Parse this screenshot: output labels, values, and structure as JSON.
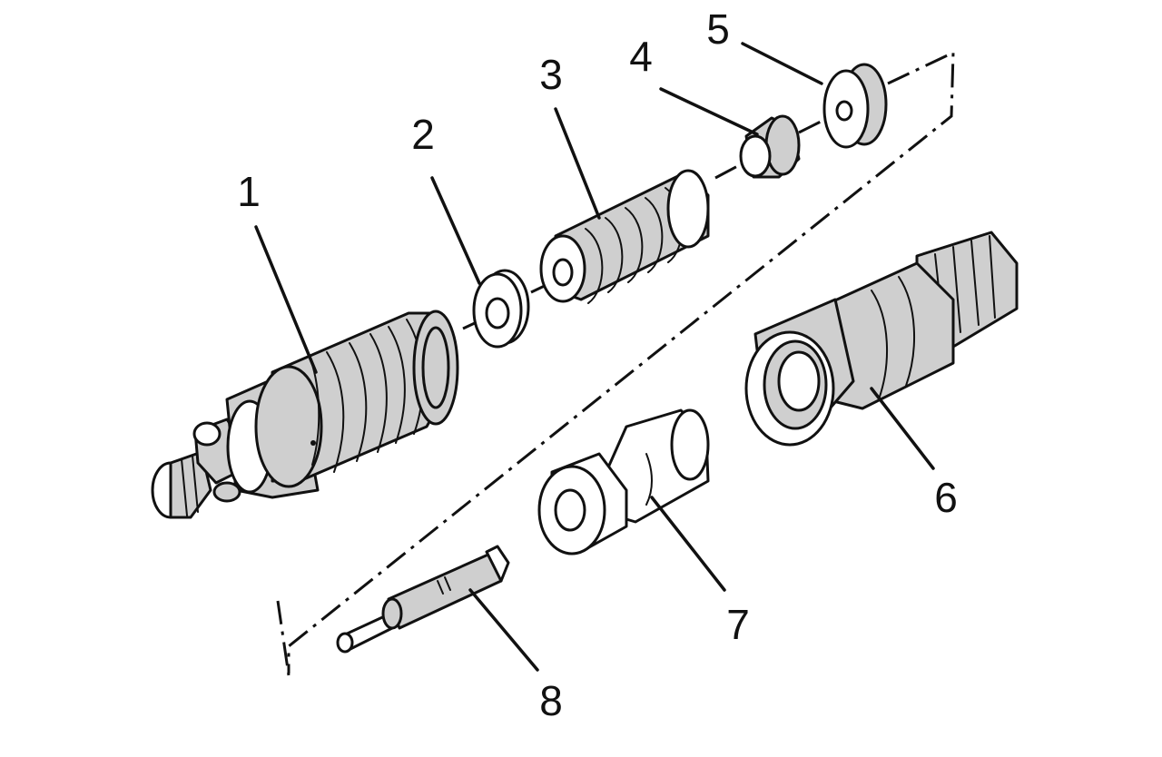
{
  "diagram": {
    "type": "exploded-parts-view",
    "parts": [
      {
        "id": "1",
        "label": "1"
      },
      {
        "id": "2",
        "label": "2"
      },
      {
        "id": "3",
        "label": "3"
      },
      {
        "id": "4",
        "label": "4"
      },
      {
        "id": "5",
        "label": "5"
      },
      {
        "id": "6",
        "label": "6"
      },
      {
        "id": "7",
        "label": "7"
      },
      {
        "id": "8",
        "label": "8"
      }
    ],
    "colors": {
      "ink": "#111111",
      "shading": "#cfcfcf",
      "background": "#ffffff"
    }
  }
}
